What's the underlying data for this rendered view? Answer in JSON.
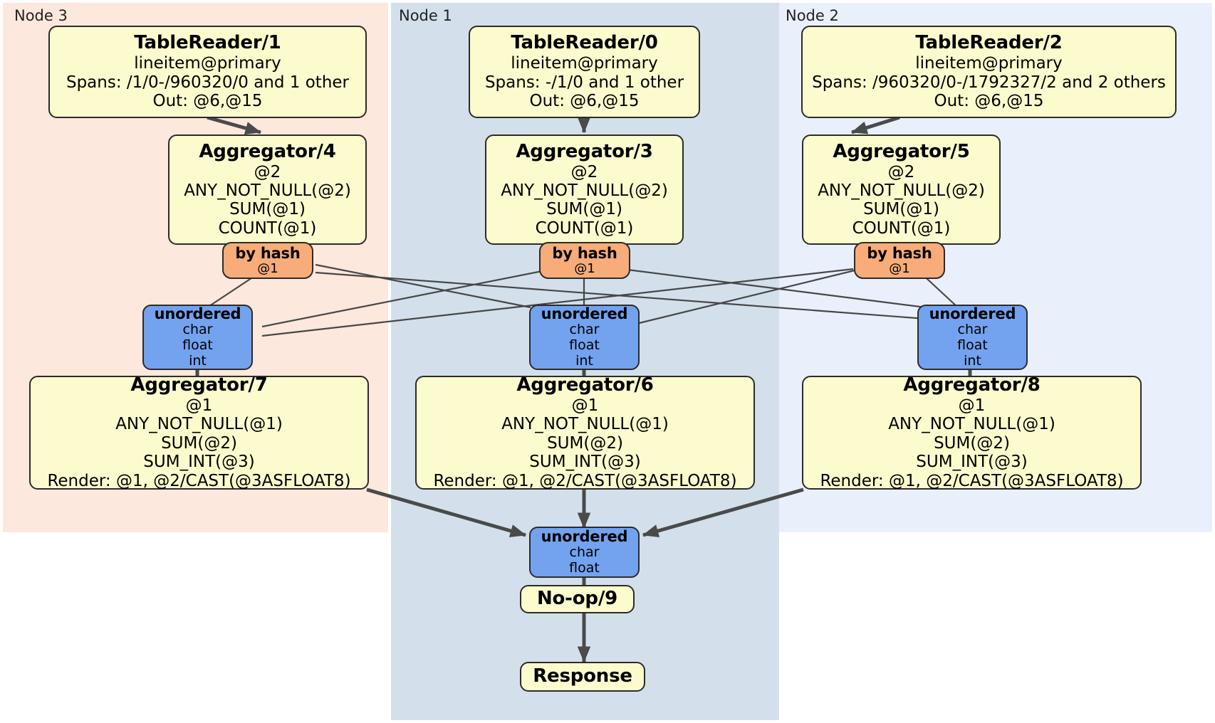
{
  "diagram": {
    "type": "distributed-query-plan",
    "title": "",
    "clusters": [
      {
        "id": "node3",
        "label": "Node 3",
        "color": "#fce8dc"
      },
      {
        "id": "node1",
        "label": "Node 1",
        "color": "#d3e0ec"
      },
      {
        "id": "node2",
        "label": "Node 2",
        "color": "#eaf0fb"
      }
    ],
    "colors": {
      "processor_fill": "#fbfbcd",
      "hash_router_fill": "#f7ac79",
      "sync_router_fill": "#73a2ef",
      "border": "#2b2b2b",
      "edge": "#474747"
    },
    "nodes": {
      "tablereader1": {
        "title": "TableReader/1",
        "lines": [
          "lineitem@primary",
          "Spans: /1/0-/960320/0 and 1 other",
          "Out: @6,@15"
        ]
      },
      "tablereader0": {
        "title": "TableReader/0",
        "lines": [
          "lineitem@primary",
          "Spans: -/1/0 and 1 other",
          "Out: @6,@15"
        ]
      },
      "tablereader2": {
        "title": "TableReader/2",
        "lines": [
          "lineitem@primary",
          "Spans: /960320/0-/1792327/2 and 2 others",
          "Out: @6,@15"
        ]
      },
      "aggregator4": {
        "title": "Aggregator/4",
        "lines": [
          "@2",
          "ANY_NOT_NULL(@2)",
          "SUM(@1)",
          "COUNT(@1)"
        ]
      },
      "aggregator3": {
        "title": "Aggregator/3",
        "lines": [
          "@2",
          "ANY_NOT_NULL(@2)",
          "SUM(@1)",
          "COUNT(@1)"
        ]
      },
      "aggregator5": {
        "title": "Aggregator/5",
        "lines": [
          "@2",
          "ANY_NOT_NULL(@2)",
          "SUM(@1)",
          "COUNT(@1)"
        ]
      },
      "hash4": {
        "title": "by hash",
        "lines": [
          "@1"
        ]
      },
      "hash3": {
        "title": "by hash",
        "lines": [
          "@1"
        ]
      },
      "hash5": {
        "title": "by hash",
        "lines": [
          "@1"
        ]
      },
      "sync7": {
        "title": "unordered",
        "lines": [
          "char",
          "float",
          "int"
        ]
      },
      "sync6": {
        "title": "unordered",
        "lines": [
          "char",
          "float",
          "int"
        ]
      },
      "sync8": {
        "title": "unordered",
        "lines": [
          "char",
          "float",
          "int"
        ]
      },
      "aggregator7": {
        "title": "Aggregator/7",
        "lines": [
          "@1",
          "ANY_NOT_NULL(@1)",
          "SUM(@2)",
          "SUM_INT(@3)",
          "Render: @1, @2/CAST(@3ASFLOAT8)"
        ]
      },
      "aggregator6": {
        "title": "Aggregator/6",
        "lines": [
          "@1",
          "ANY_NOT_NULL(@1)",
          "SUM(@2)",
          "SUM_INT(@3)",
          "Render: @1, @2/CAST(@3ASFLOAT8)"
        ]
      },
      "aggregator8": {
        "title": "Aggregator/8",
        "lines": [
          "@1",
          "ANY_NOT_NULL(@1)",
          "SUM(@2)",
          "SUM_INT(@3)",
          "Render: @1, @2/CAST(@3ASFLOAT8)"
        ]
      },
      "syncfinal": {
        "title": "unordered",
        "lines": [
          "char",
          "float"
        ]
      },
      "noop9": {
        "title": "No-op/9",
        "lines": []
      },
      "response": {
        "title": "Response",
        "lines": []
      }
    }
  }
}
